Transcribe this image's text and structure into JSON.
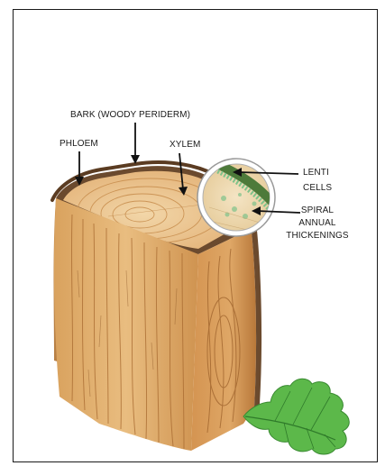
{
  "labels": {
    "bark": "BARK (WOODY PERIDERM)",
    "phloem": "PHLOEM",
    "xylem": "XYLEM",
    "lenti_line1": "LENTI",
    "lenti_line2": "CELLS",
    "spiral_line1": "SPIRAL",
    "spiral_line2": "ANNUAL",
    "spiral_line3": "THICKENINGS"
  },
  "colors": {
    "wood_light": "#e8b878",
    "wood_mid": "#c98a45",
    "wood_dark": "#8a5424",
    "bark": "#6b4a2e",
    "leaf": "#5cb84a",
    "leaf_dark": "#2f7a2a",
    "cell_green": "#7ec28a"
  }
}
